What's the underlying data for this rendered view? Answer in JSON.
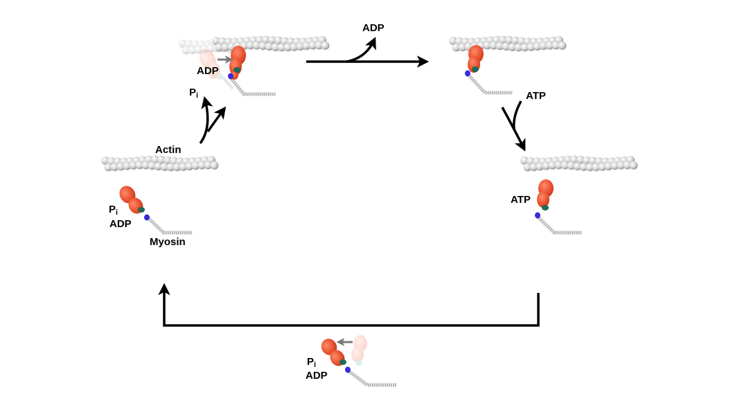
{
  "colors": {
    "actin": "#cfcfcf",
    "myosin_head": "#e8502e",
    "myosin_head_faded": "#f6b3a3",
    "light_chain": "#1f6b55",
    "converter": "#3a2bd6",
    "lever": "#b8b8b8",
    "arrow": "#000000",
    "stroke_arrow": "#7a7a7a"
  },
  "labels": {
    "top_left_adp": "ADP",
    "released_adp": "ADP",
    "pi_top": "P",
    "pi_top_sub": "i",
    "actin": "Actin",
    "left_pi": "P",
    "left_pi_sub": "i",
    "left_adp": "ADP",
    "myosin": "Myosin",
    "atp_in": "ATP",
    "atp_bound": "ATP",
    "bottom_pi": "P",
    "bottom_pi_sub": "i",
    "bottom_adp": "ADP"
  },
  "icons": [
    "actin-filament",
    "myosin-head",
    "reaction-arrow",
    "power-stroke-arrow",
    "recovery-stroke-arrow"
  ]
}
